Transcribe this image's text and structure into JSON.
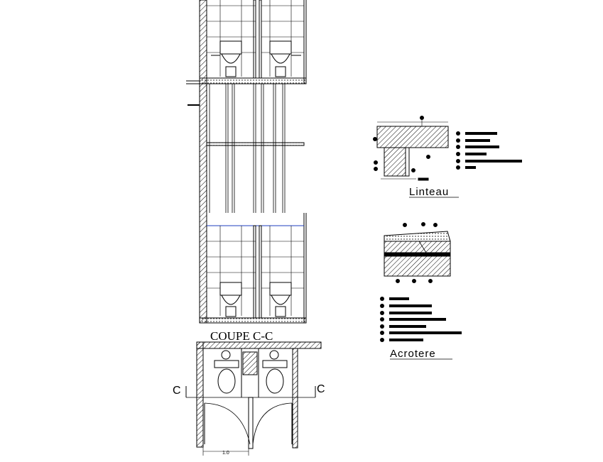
{
  "section_title": "COUPE C-C",
  "section_mark_left": "C",
  "section_mark_right": "C",
  "plan_dimension": "1.0",
  "detail_linteau": {
    "title": "Linteau",
    "legend_count": 6
  },
  "detail_acrotere": {
    "title": "Acrotere",
    "legend_count": 7
  },
  "colors": {
    "ink": "#000000",
    "accent": "#1f3fbf"
  }
}
